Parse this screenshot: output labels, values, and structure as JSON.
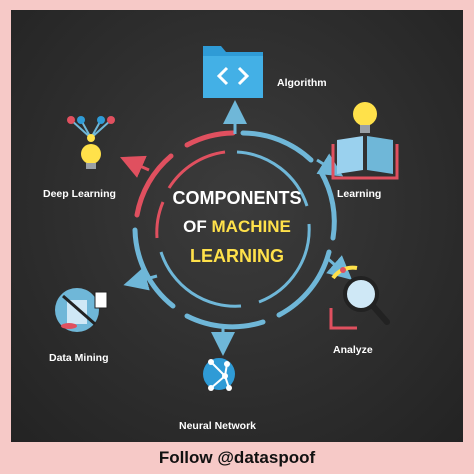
{
  "diagram": {
    "title_line1": "COMPONENTS",
    "title_line2_a": "OF ",
    "title_line2_b": "MACHINE",
    "title_line3": "LEARNING",
    "components": {
      "algorithm": "Algorithm",
      "learning": "Learning",
      "analyze": "Analyze",
      "neural_network": "Neural Network",
      "data_mining": "Data Mining",
      "deep_learning": "Deep Learning"
    }
  },
  "footer": {
    "text": "Follow @dataspoof"
  },
  "colors": {
    "background_pink": "#f6c9c7",
    "chalkboard": "#2e2e2e",
    "ring_blue": "#6fb7d8",
    "ring_red": "#e0505f",
    "accent_yellow": "#ffe14a"
  }
}
